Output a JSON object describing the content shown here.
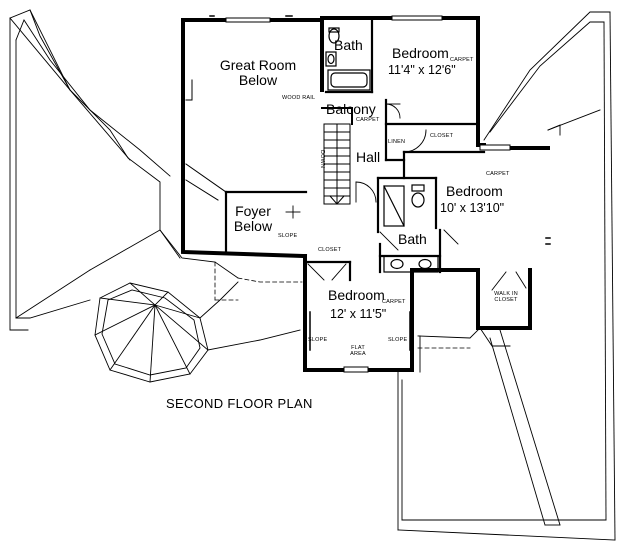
{
  "plan_title": "SECOND FLOOR PLAN",
  "rooms": {
    "bath_top": {
      "name": "Bath"
    },
    "bedroom_top": {
      "name": "Bedroom",
      "size": "11'4\" x 12'6\"",
      "floor": "CARPET"
    },
    "great_room": {
      "line1": "Great Room",
      "line2": "Below"
    },
    "balcony": {
      "name": "Balcony",
      "floor": "CARPET"
    },
    "hall": {
      "name": "Hall"
    },
    "bedroom_right": {
      "name": "Bedroom",
      "size": "10' x 13'10\"",
      "floor": "CARPET"
    },
    "foyer": {
      "line1": "Foyer",
      "line2": "Below"
    },
    "bath_mid": {
      "name": "Bath"
    },
    "bedroom_bottom": {
      "name": "Bedroom",
      "size": "12' x 11'5\"",
      "floor": "CARPET"
    }
  },
  "notes": {
    "wood_rail": "WOOD RAIL",
    "closet_top": "CLOSET",
    "linen": "LINEN",
    "down": "DOWN",
    "slope_foyer": "SLOPE",
    "closet_bottom": "CLOSET",
    "walk_in_line1": "WALK IN",
    "walk_in_line2": "CLOSET",
    "slope_left": "SLOPE",
    "slope_right": "SLOPE",
    "flat_line1": "FLAT",
    "flat_line2": "AREA"
  }
}
